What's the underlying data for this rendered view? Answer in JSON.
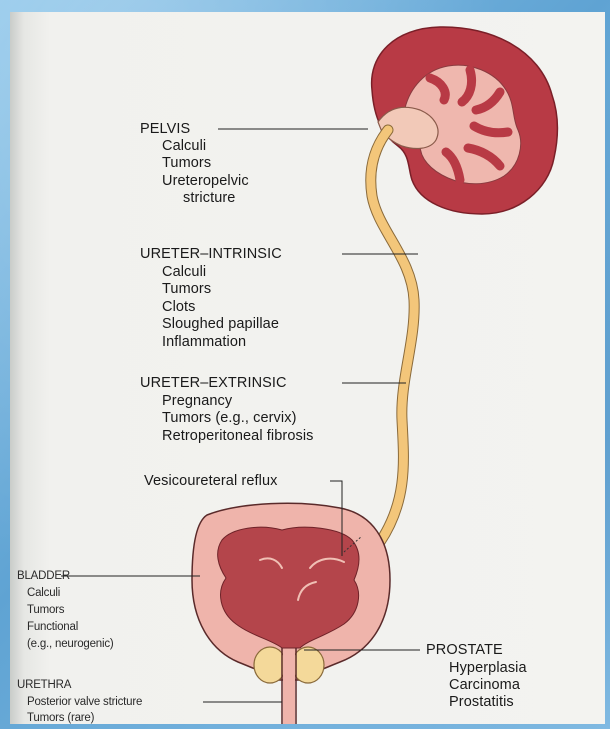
{
  "pelvis": {
    "heading": "PELVIS",
    "items": [
      "Calculi",
      "Tumors",
      "Ureteropelvic",
      "stricture"
    ]
  },
  "ureter_intrinsic": {
    "heading": "URETER–INTRINSIC",
    "items": [
      "Calculi",
      "Tumors",
      "Clots",
      "Sloughed papillae",
      "Inflammation"
    ]
  },
  "ureter_extrinsic": {
    "heading": "URETER–EXTRINSIC",
    "items": [
      "Pregnancy",
      "Tumors (e.g., cervix)",
      "Retroperitoneal fibrosis"
    ]
  },
  "vesicoureteral": {
    "label": "Vesicoureteral reflux"
  },
  "bladder": {
    "heading": "BLADDER",
    "items": [
      "Calculi",
      "Tumors",
      "Functional",
      "(e.g., neurogenic)"
    ]
  },
  "urethra": {
    "heading": "URETHRA",
    "items": [
      "Posterior valve stricture",
      "Tumors (rare)"
    ]
  },
  "prostate": {
    "heading": "PROSTATE",
    "items": [
      "Hyperplasia",
      "Carcinoma",
      "Prostatitis"
    ]
  },
  "colors": {
    "kidney": "#b83a45",
    "kidney_pelvis": "#f2c9b8",
    "ureter": "#f3c67a",
    "bladder_wall": "#efb4ab",
    "bladder_lumen": "#b4454b",
    "prostate": "#f4d99a"
  }
}
